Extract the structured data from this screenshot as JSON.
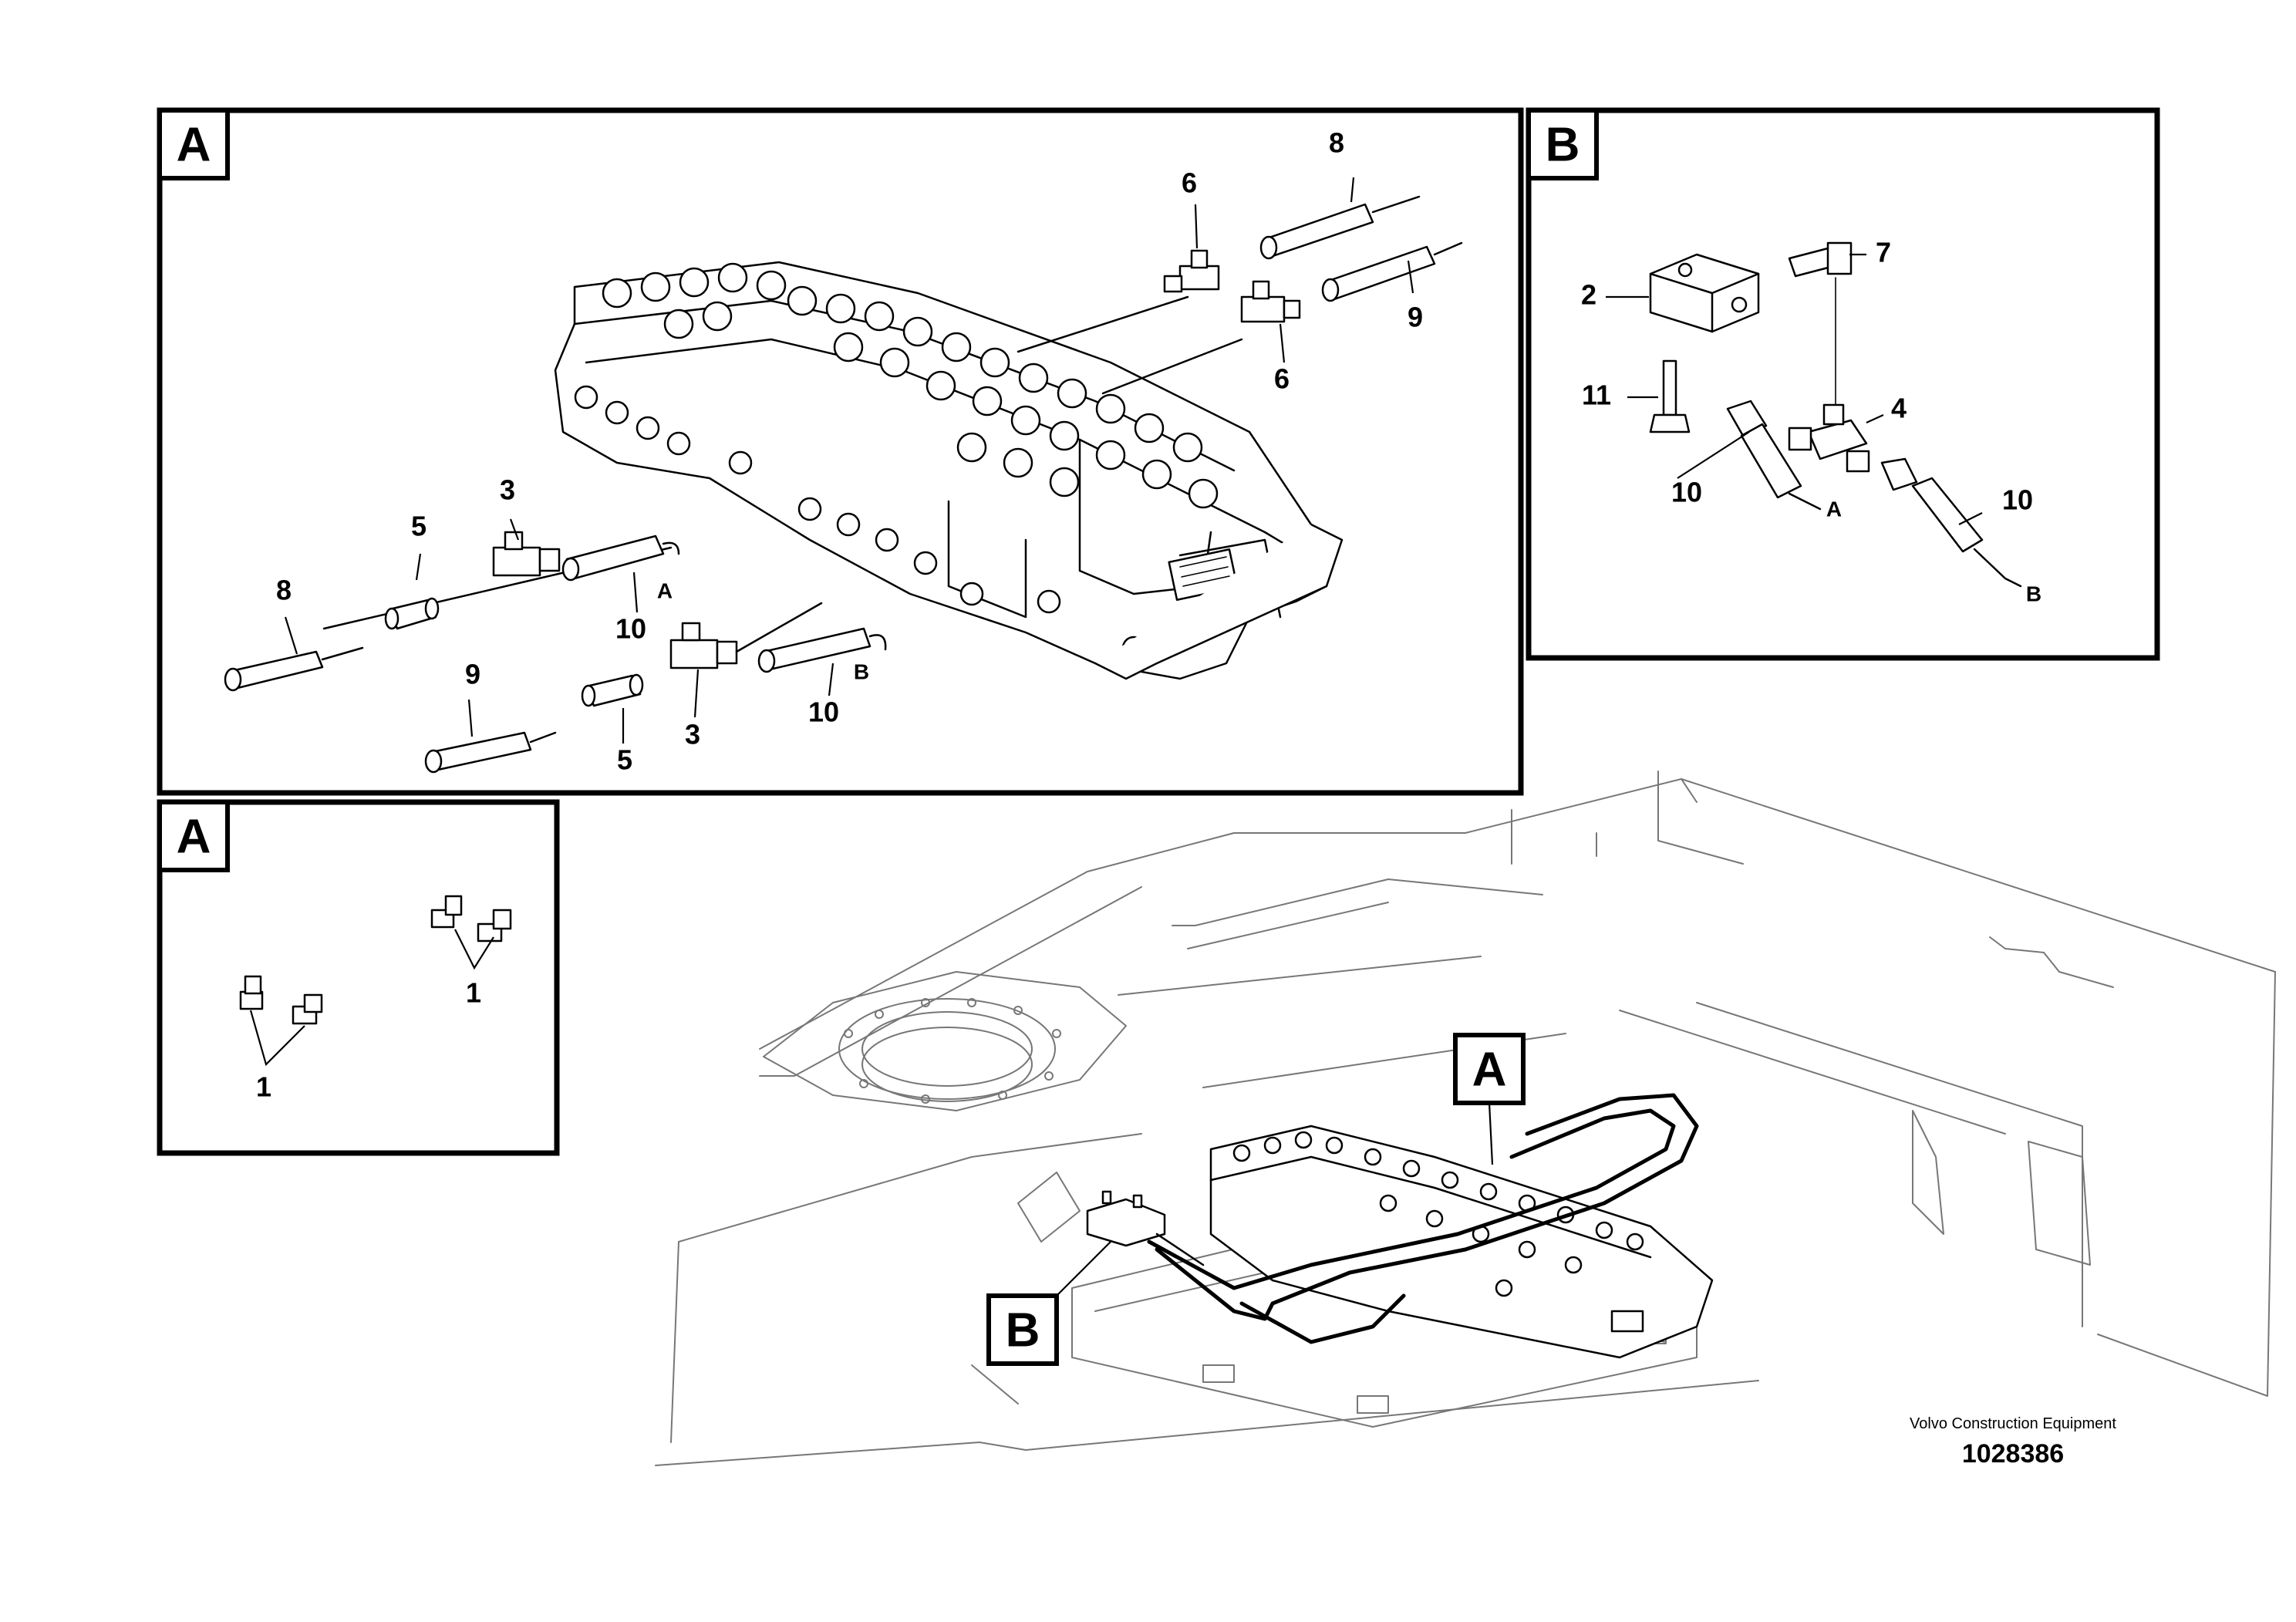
{
  "views": {
    "detail_a_top": {
      "tag": "A"
    },
    "detail_b": {
      "tag": "B"
    },
    "detail_a_small": {
      "tag": "A"
    },
    "overview": {
      "tag_a": "A",
      "tag_b": "B"
    }
  },
  "callouts_a_top": {
    "c3_upper": "3",
    "c5_upper": "5",
    "c8_left": "8",
    "c10_upper": "10",
    "port_a": "A",
    "c9_left": "9",
    "c5_lower": "5",
    "c3_lower": "3",
    "c10_lower": "10",
    "port_b": "B",
    "c6_upper": "6",
    "c8_right": "8",
    "c9_right": "9",
    "c6_lower": "6"
  },
  "callouts_b": {
    "c2": "2",
    "c7": "7",
    "c11": "11",
    "c4": "4",
    "c10_left": "10",
    "port_a": "A",
    "c10_right": "10",
    "port_b": "B"
  },
  "callouts_a_small": {
    "c1_right": "1",
    "c1_left": "1"
  },
  "footer": {
    "company": "Volvo Construction Equipment",
    "drawing_number": "1028386"
  }
}
